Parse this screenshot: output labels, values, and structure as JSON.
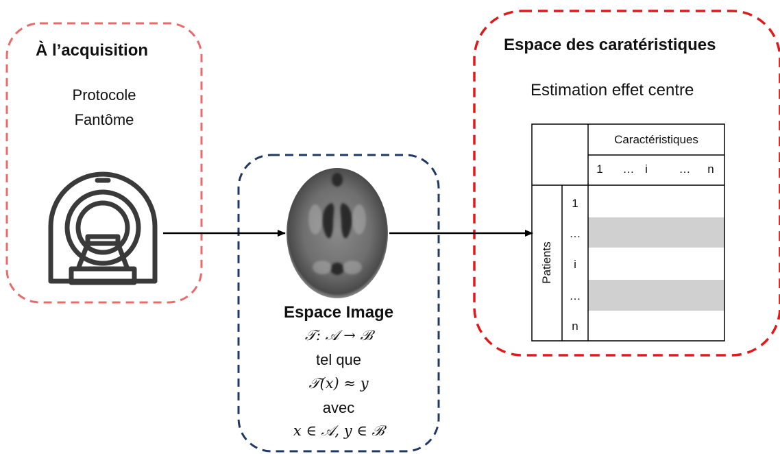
{
  "acquisition": {
    "title": "À l’acquisition",
    "line1": "Protocole",
    "line2": "Fantôme",
    "border_color": "#e96a6a",
    "icon": "ct-scanner-icon"
  },
  "image_space": {
    "title": "Espace Image",
    "eq1": "𝒯: 𝒜 → ℬ",
    "line_tel": "tel que",
    "eq2": "𝒯(𝑥) ≈ 𝑦",
    "line_avec": "avec",
    "eq3": "𝑥 ∈ 𝒜, 𝑦 ∈ ℬ",
    "border_color": "#1f3864",
    "icon": "brain-scan-image"
  },
  "feature_space": {
    "title": "Espace des caratéristiques",
    "subtitle": "Estimation effet centre",
    "border_color": "#e0191b",
    "table": {
      "col_header": "Caractéristiques",
      "col_index": [
        "1",
        "…",
        "i",
        "…",
        "n"
      ],
      "row_header": "Patients",
      "row_index": [
        "1",
        "…",
        "i",
        "…",
        "n"
      ],
      "shade_color": "#d0d0d0"
    }
  }
}
